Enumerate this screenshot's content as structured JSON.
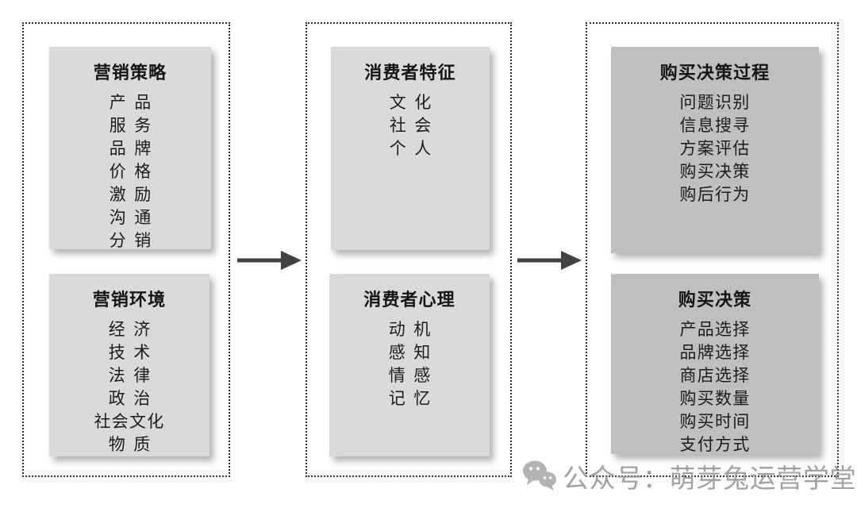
{
  "diagram": {
    "columns": [
      {
        "name": "marketing-inputs",
        "boxes": [
          {
            "title": "营销策略",
            "items": [
              "产品",
              "服务",
              "品牌",
              "价格",
              "激励",
              "沟通",
              "分销"
            ]
          },
          {
            "title": "营销环境",
            "items": [
              "经济",
              "技术",
              "法律",
              "政治",
              "社会文化",
              "物质"
            ]
          }
        ]
      },
      {
        "name": "consumer-factors",
        "boxes": [
          {
            "title": "消费者特征",
            "items": [
              "文化",
              "社会",
              "个人"
            ]
          },
          {
            "title": "消费者心理",
            "items": [
              "动机",
              "感知",
              "情感",
              "记忆"
            ]
          }
        ]
      },
      {
        "name": "purchase-decision",
        "boxes": [
          {
            "title": "购买决策过程",
            "items": [
              "问题识别",
              "信息搜寻",
              "方案评估",
              "购买决策",
              "购后行为"
            ]
          },
          {
            "title": "购买决策",
            "items": [
              "产品选择",
              "品牌选择",
              "商店选择",
              "购买数量",
              "购买时间",
              "支付方式"
            ]
          }
        ]
      }
    ],
    "arrows": [
      {
        "name": "arrow-1",
        "direction": "right"
      },
      {
        "name": "arrow-2",
        "direction": "right"
      }
    ],
    "colors": {
      "box_light": "#d8dadc",
      "box_dark": "#bdbfc1",
      "border_dotted": "#2e2e2e",
      "arrow": "#414141",
      "text": "#1c1c1c",
      "watermark_gray": "#9a9a9a"
    },
    "watermark": {
      "icon": "wechat-icon",
      "text": "公众号：萌芽兔运营学堂"
    }
  }
}
